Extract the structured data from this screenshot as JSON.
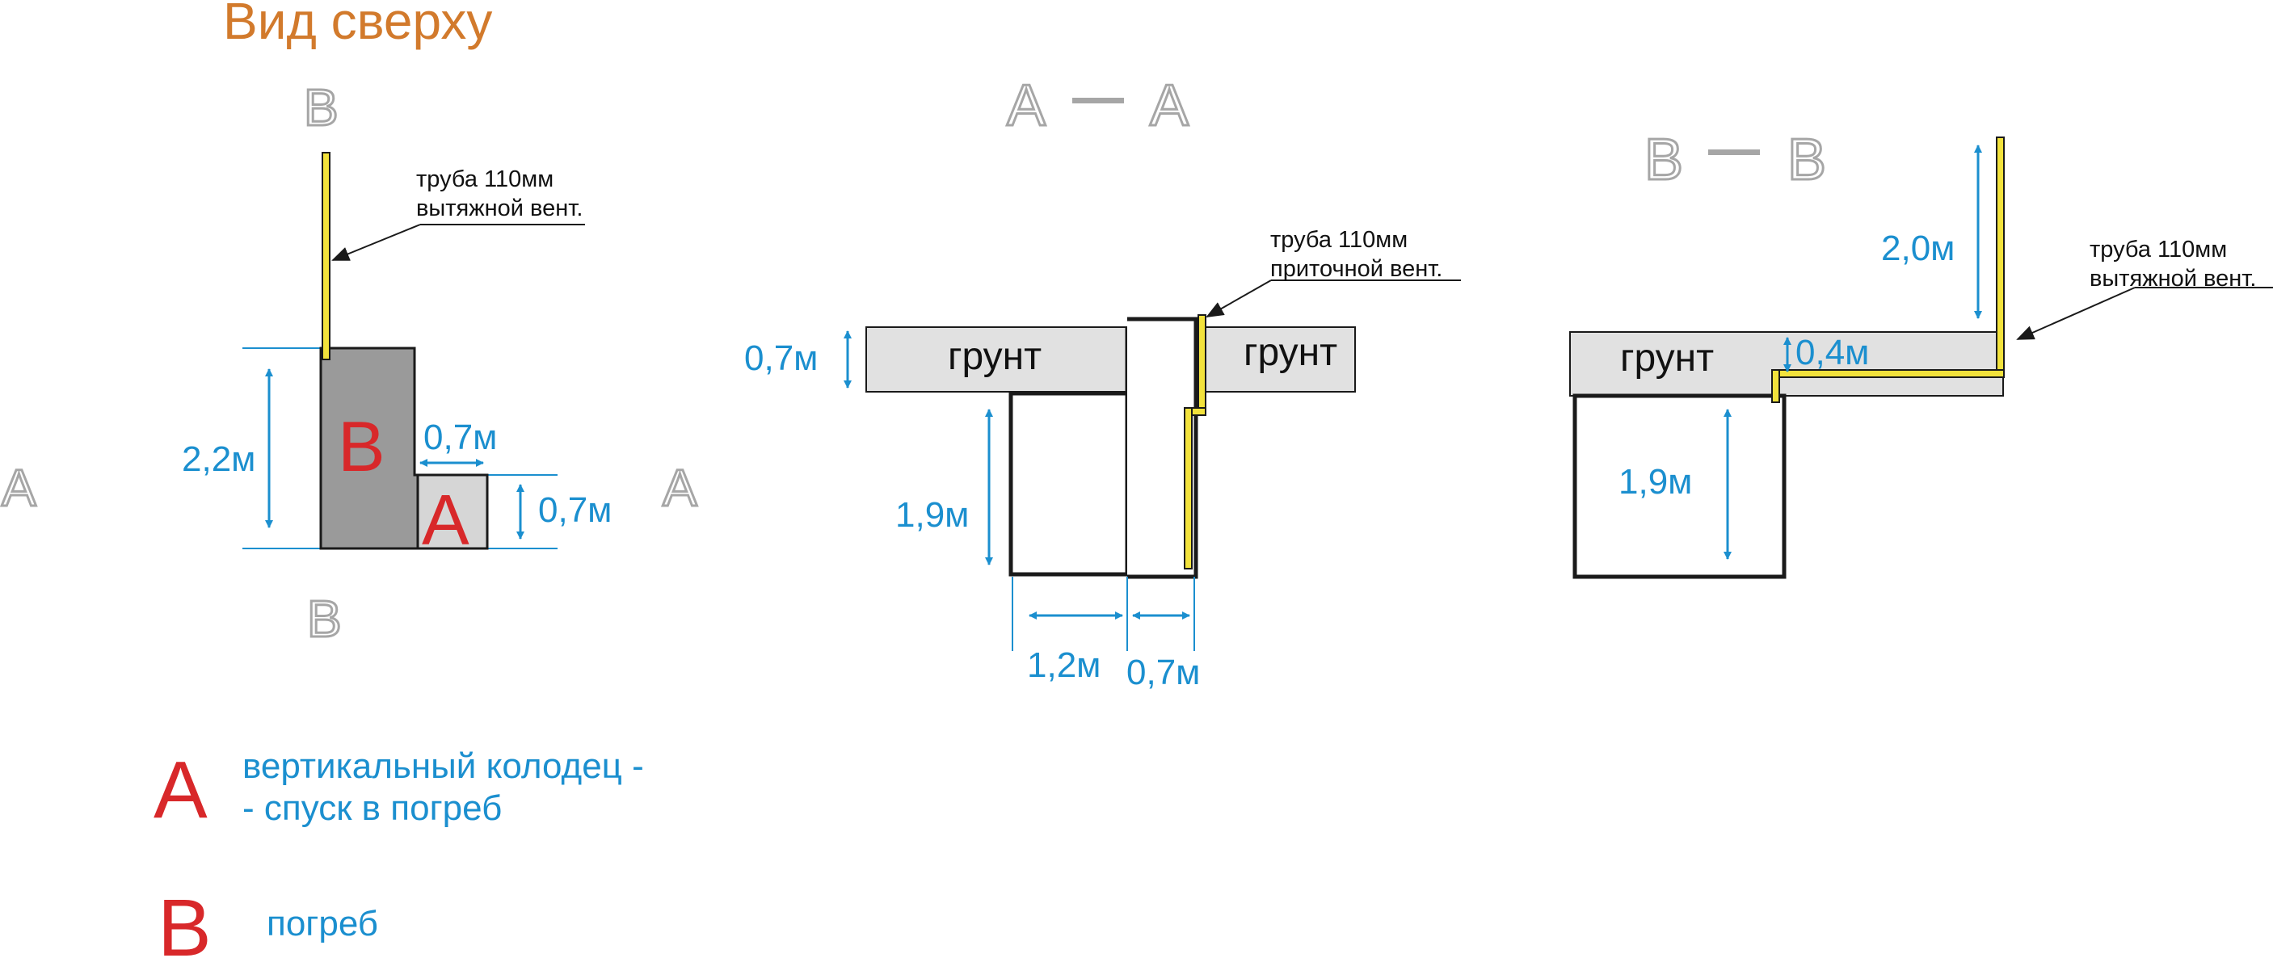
{
  "colors": {
    "title": "#d27a2c",
    "section_gray": "#a6a6a6",
    "dimension_blue": "#1b8fcf",
    "legend_red": "#d8282a",
    "legend_blue": "#1b8fcf",
    "soil_fill": "#e1e1e1",
    "cellar_fill": "#9a9a9a",
    "well_fill": "#d6d6d6",
    "pipe_yellow": "#f2e23c",
    "outline": "#1a1a1a"
  },
  "top_view": {
    "title": "Вид сверху",
    "section_b_top": "B",
    "section_b_bottom": "B",
    "section_a_left": "A",
    "section_a_right": "A",
    "cellar_letter": "B",
    "well_letter": "A",
    "pipe_label_line1": "труба 110мм",
    "pipe_label_line2": "вытяжной вент.",
    "dim_cellar_length": "2,2м",
    "dim_well_width": "0,7м",
    "dim_well_depth": "0,7м"
  },
  "section_aa": {
    "title_left": "А",
    "title_right": "А",
    "soil_left": "грунт",
    "soil_right": "грунт",
    "pipe_label_line1": "труба 110мм",
    "pipe_label_line2": "приточной вент.",
    "dim_soil": "0,7м",
    "dim_height": "1,9м",
    "dim_cellar_width": "1,2м",
    "dim_well_width": "0,7м"
  },
  "section_bb": {
    "title_left": "B",
    "title_right": "B",
    "soil": "грунт",
    "pipe_label_line1": "труба 110мм",
    "pipe_label_line2": "вытяжной вент.",
    "dim_pipe_height": "2,0м",
    "dim_soil": "0,4м",
    "dim_height": "1,9м"
  },
  "legend": {
    "a_letter": "A",
    "a_text_line1": "вертикальный колодец -",
    "a_text_line2": "- спуск в погреб",
    "b_letter": "B",
    "b_text": "погреб"
  }
}
